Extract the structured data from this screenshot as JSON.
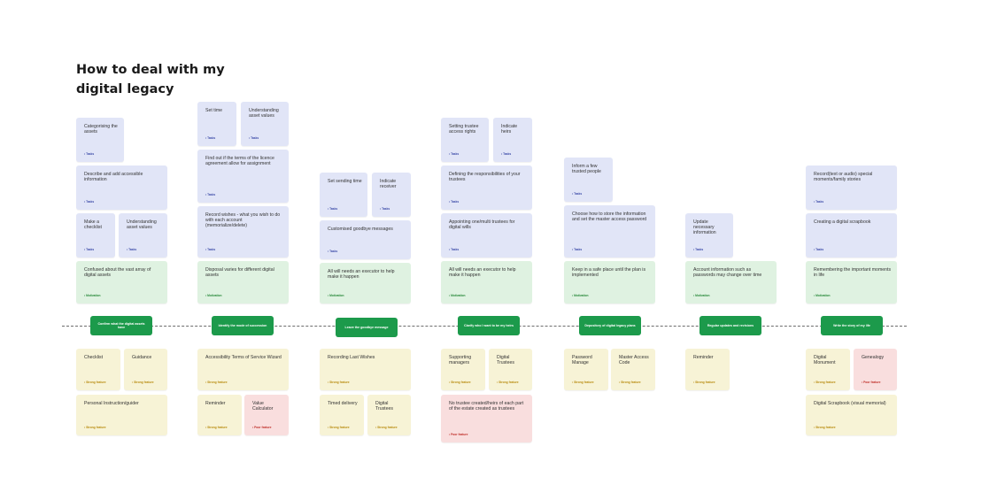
{
  "title": "How to deal with my digital legacy",
  "tags": {
    "tasks": "• Tasks",
    "motivation": "• Motivation",
    "strong": "• Strong feature",
    "poor": "• Poor feature"
  },
  "phases": [
    "Confirm what the digital assets have",
    "Identify the mode of succession",
    "Leave the goodbye message",
    "Clarify who I want to be my heirs",
    "Depository of digital legacy plans",
    "Regular updates and revisions",
    "Write the story of my life"
  ],
  "cards": {
    "c1": "Categorising the assets",
    "c2": "Describe and add accessible information",
    "c3": "Make a checklist",
    "c4": "Understanding asset values",
    "c5": "Confused about the vast array of digital assets",
    "c6": "Set time",
    "c7": "Understanding asset values",
    "c8": "Find out if the terms of the licence agreement allow for assignment",
    "c9": "Record wishes - what you wish to do with each account (memorialize/delete)",
    "c10": "Disposal varies for different digital assets",
    "c11": "Set sending time",
    "c12": "Indicate receiver",
    "c13": "Customised goodbye messages",
    "c14": "All will needs an executor to help make it happen",
    "c15": "Setting trustee access rights",
    "c16": "Indicate heirs",
    "c17": "Defining the responsibilities of your trustees",
    "c18": "Appointing one/multi trustees for digital wills",
    "c19": "All will needs an executor to help make it happen",
    "c20": "Inform a few trusted people",
    "c21": "Choose how to store the information and set the master access password",
    "c22": "Keep in a safe place until the plan is implemented",
    "c23": "Update necessary information",
    "c24": "Account information such as passwords may change over time",
    "c25": "Record(text or audio) special moments/family stories",
    "c26": "Creating a digital scrapbook",
    "c27": "Remembering the important moments in life",
    "f1": "Checklist",
    "f2": "Guidance",
    "f3": "Personal Instruction/guider",
    "f4": "Accessibility Terms of Service Wizard",
    "f5": "Reminder",
    "f6": "Value Calculator",
    "f7": "Recording Last Wishes",
    "f8": "Timed delivery",
    "f9": "Digital Trustees",
    "f10": "Supporting managers",
    "f11": "Digital Trustees",
    "f12": "No trustee created/heirs of each part of the estate created as trustees",
    "f13": "Password Manage",
    "f14": "Master Access Code",
    "f15": "Reminder",
    "f16": "Digital Monument",
    "f17": "Genealogy",
    "f18": "Digital Scrapbook (visual memorial)"
  },
  "colors": {
    "task": "#e1e5f7",
    "motivation": "#dff2e1",
    "strong_feature": "#f7f3d6",
    "poor_feature": "#f9dede",
    "phase": "#1c9a4b"
  }
}
